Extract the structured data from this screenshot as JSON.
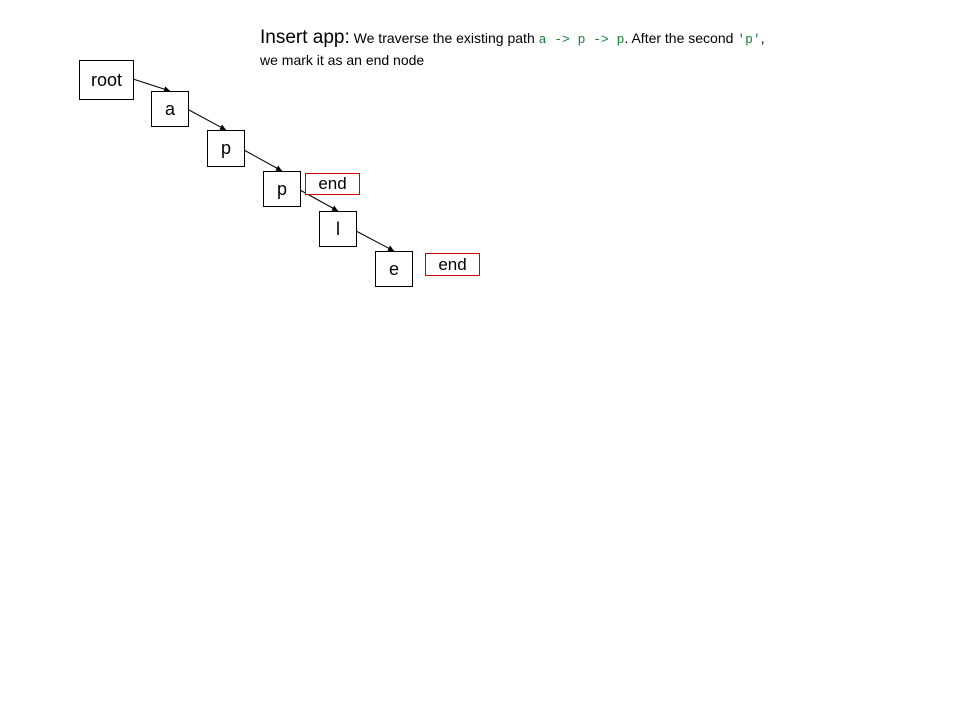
{
  "caption": {
    "heading": "Insert app:",
    "text_1": " We traverse the existing path ",
    "path_code": "a -> p -> p",
    "text_2": ". After the second ",
    "char_code": "'p'",
    "text_3": ",",
    "line_2": "we mark it as an end node"
  },
  "nodes": {
    "root": "root",
    "a": "a",
    "p1": "p",
    "p2": "p",
    "l": "l",
    "e": "e"
  },
  "end_markers": {
    "after_p": "end",
    "after_e": "end"
  },
  "colors": {
    "code": "#188038",
    "end_border": "#cc0000",
    "node_border": "#000000"
  }
}
